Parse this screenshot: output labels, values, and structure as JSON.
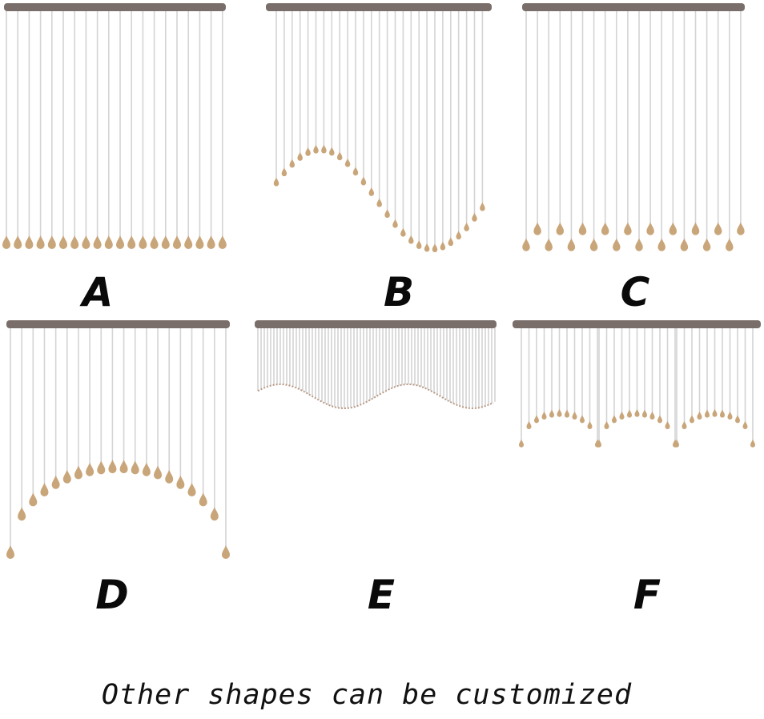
{
  "panels": [
    {
      "label": "A",
      "style": "straight"
    },
    {
      "label": "B",
      "style": "wave"
    },
    {
      "label": "C",
      "style": "staggered"
    },
    {
      "label": "D",
      "style": "arch"
    },
    {
      "label": "E",
      "style": "scalloped"
    },
    {
      "label": "F",
      "style": "triple-arch"
    }
  ],
  "caption": "Other shapes can be customized",
  "colors": {
    "rod": "#7a6e6a",
    "string": "#d4d4d4",
    "bead": "#c9a57a",
    "edge": "#b89a86",
    "text": "#0a0a0a"
  }
}
